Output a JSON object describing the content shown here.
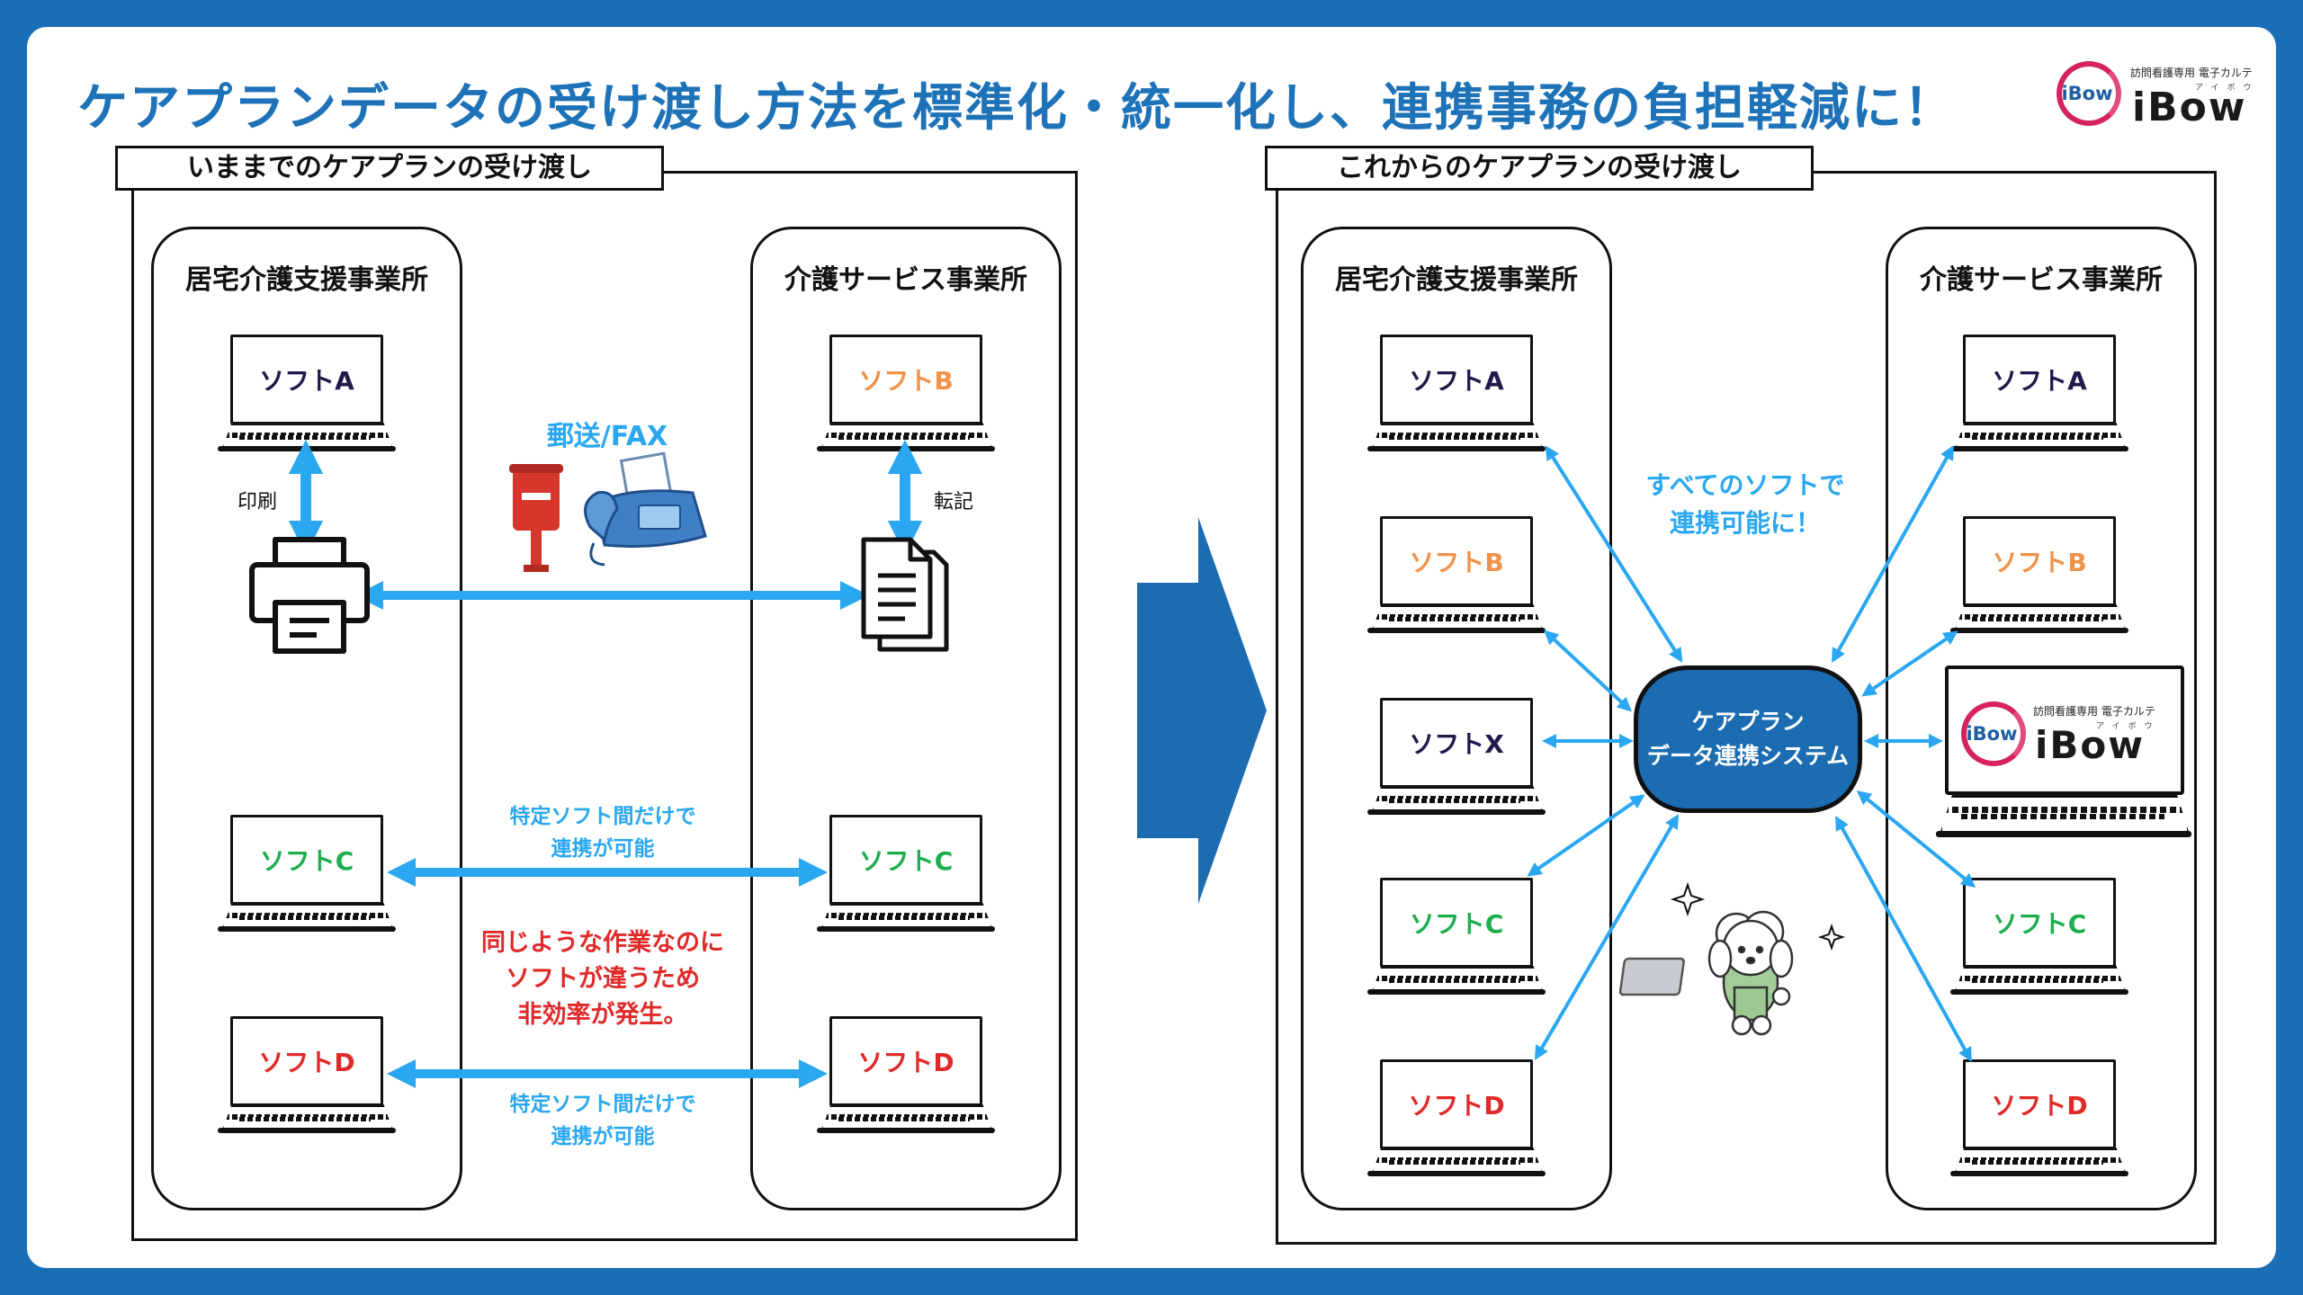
{
  "title": "ケアプランデータの受け渡し方法を標準化・統一化し、連携事務の負担軽減に！",
  "logo": {
    "circle_text": "iBow",
    "small_text": "訪問看護専用 電子カルテ",
    "big_text": "iBow",
    "ruby": "アイボウ"
  },
  "left_panel": {
    "label": "いままでのケアプランの受け渡し",
    "col_left_title": "居宅介護支援事業所",
    "col_right_title": "介護サービス事業所",
    "mail_label": "郵送/FAX",
    "print_label": "印刷",
    "transcribe_label": "転記",
    "laptops_left": [
      "ソフトA",
      "ソフトC",
      "ソフトD"
    ],
    "laptops_right": [
      "ソフトB",
      "ソフトC",
      "ソフトD"
    ],
    "link_text_c_1": "特定ソフト間だけで",
    "link_text_c_2": "連携が可能",
    "link_text_d_1": "特定ソフト間だけで",
    "link_text_d_2": "連携が可能",
    "problem_1": "同じような作業なのに",
    "problem_2": "ソフトが違うため",
    "problem_3": "非効率が発生。"
  },
  "right_panel": {
    "label": "これからのケアプランの受け渡し",
    "col_left_title": "居宅介護支援事業所",
    "col_right_title": "介護サービス事業所",
    "laptops_left": [
      "ソフトA",
      "ソフトB",
      "ソフトX",
      "ソフトC",
      "ソフトD"
    ],
    "laptops_right": [
      "ソフトA",
      "ソフトB",
      "ソフトC",
      "ソフトD"
    ],
    "all_soft_1": "すべてのソフトで",
    "all_soft_2": "連携可能に！",
    "hub_line_1": "ケアプラン",
    "hub_line_2": "データ連携システム"
  },
  "colors": {
    "background": "#1a6eb6",
    "title": "#1d72b8",
    "arrow": "#2aa7f0",
    "soft_a": "#23184a",
    "soft_b": "#f0934a",
    "soft_c": "#1fae4e",
    "soft_d": "#e02a2a",
    "soft_x": "#23184a",
    "hub": "#1c6cb2"
  },
  "icons": [
    "printer-icon",
    "mailbox-icon",
    "fax-icon",
    "document-icon",
    "dog-mascot-icon",
    "sparkle-icon",
    "right-arrow-icon"
  ]
}
